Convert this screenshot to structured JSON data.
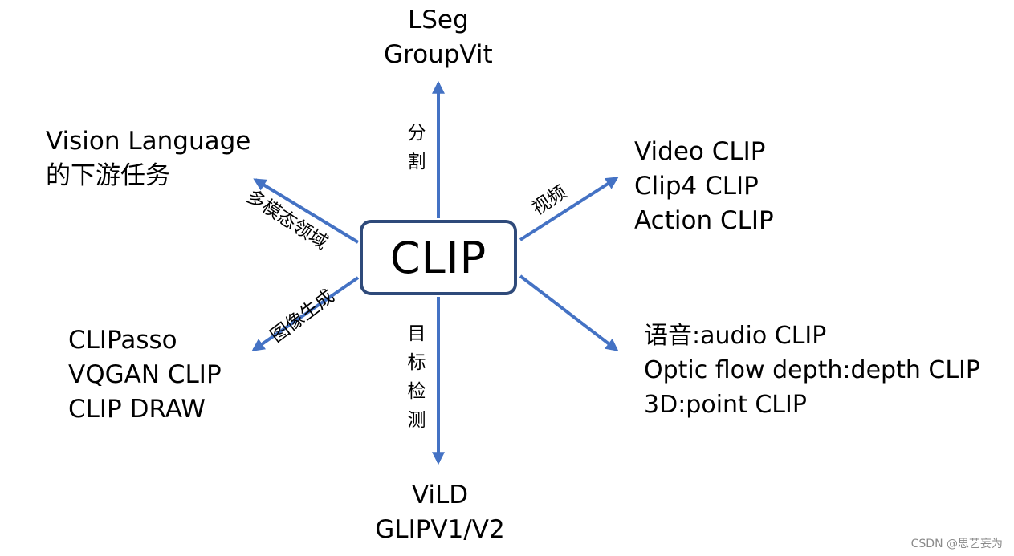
{
  "center": {
    "label": "CLIP"
  },
  "groups": {
    "top": [
      "LSeg",
      "GroupVit"
    ],
    "upper_left": [
      "Vision Language",
      "的下游任务"
    ],
    "upper_right": [
      "Video CLIP",
      "Clip4 CLIP",
      "Action CLIP"
    ],
    "lower_left": [
      "CLIPasso",
      "VQGAN CLIP",
      "CLIP DRAW"
    ],
    "lower_right": [
      "语音:audio CLIP",
      "Optic flow depth:depth CLIP",
      "3D:point CLIP"
    ],
    "bottom": [
      "ViLD",
      "GLIPV1/V2"
    ]
  },
  "edge_labels": {
    "top": "分割",
    "upper_left": "多模态领域",
    "upper_right": "视频",
    "lower_left": "图像生成",
    "bottom": "目标检测"
  },
  "colors": {
    "arrow": "#4472c4",
    "box_border": "#2f4a7a"
  },
  "watermark": "CSDN @思艺妄为"
}
